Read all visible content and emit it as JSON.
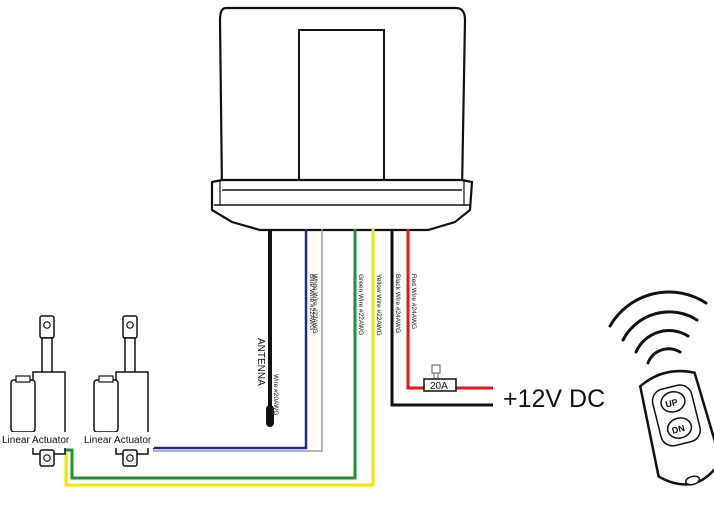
{
  "wires": {
    "antenna_spec": "Wire #20AWG",
    "antenna_label": "ANTENNA",
    "white": "White Wire #22AWG",
    "blue": "Blue Wire #22AWG",
    "green": "Green Wire #22AWG",
    "yellow": "Yellow Wire #22AWG",
    "black": "Black Wire #24AWG",
    "red": "Red Wire #24AWG"
  },
  "fuse_label": "20A",
  "power_label": "+12V DC",
  "actuators": [
    "Linear Actuator",
    "Linear Actuator"
  ],
  "remote": {
    "up_label": "UP",
    "down_label": "DN"
  },
  "colors": {
    "blue": "#1e2a8c",
    "green": "#1f8f3a",
    "yellow": "#f2e600",
    "red": "#e01818",
    "black": "#111111",
    "white_wire": "#9a9a9a"
  }
}
